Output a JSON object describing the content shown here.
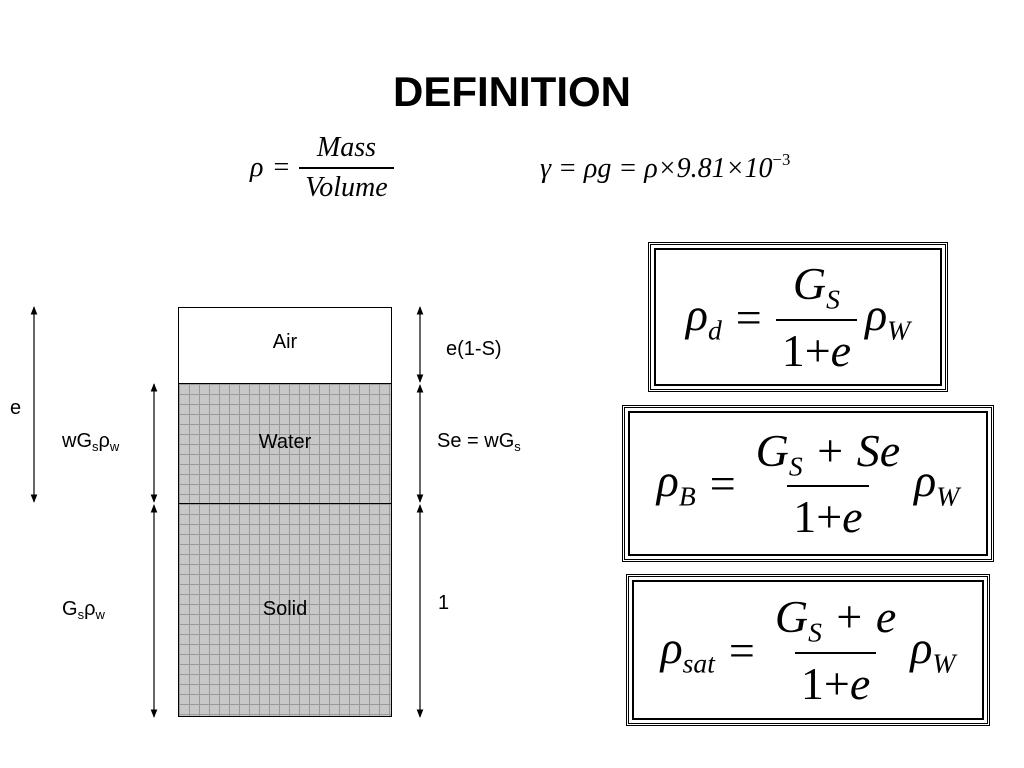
{
  "title": "DEFINITION",
  "formula_density": {
    "lhs": "ρ",
    "eq": "=",
    "numerator": "Mass",
    "denominator": "Volume"
  },
  "formula_unit_weight": {
    "text": "γ = ρg = ρ×9.81×10",
    "exponent": "−3"
  },
  "phase_diagram": {
    "air_label": "Air",
    "water_label": "Water",
    "solid_label": "Solid",
    "left_outer_label": "e",
    "left_water_mass": {
      "a": "wG",
      "b": "s",
      "c": "ρ",
      "d": "w"
    },
    "left_solid_mass": {
      "a": "G",
      "b": "s",
      "c": "ρ",
      "d": "w"
    },
    "right_air_volume": "e(1-S)",
    "right_water_volume": {
      "a": "Se = wG",
      "b": "s"
    },
    "right_solid_volume": "1"
  },
  "boxed_formulas": [
    {
      "lhs": "ρ",
      "lhs_sub": "d",
      "eq": "=",
      "num_main": "G",
      "num_sub": "S",
      "num_rest": "",
      "den": "1+",
      "den_var": "e",
      "rhs": "ρ",
      "rhs_sub": "W"
    },
    {
      "lhs": "ρ",
      "lhs_sub": "B",
      "eq": "=",
      "num_main": "G",
      "num_sub": "S",
      "num_rest": " + Se",
      "den": "1+",
      "den_var": "e",
      "rhs": "ρ",
      "rhs_sub": "W"
    },
    {
      "lhs": "ρ",
      "lhs_sub": "sat",
      "eq": "=",
      "num_main": "G",
      "num_sub": "S",
      "num_rest": " + e",
      "den": "1+",
      "den_var": "e",
      "rhs": "ρ",
      "rhs_sub": "W"
    }
  ]
}
